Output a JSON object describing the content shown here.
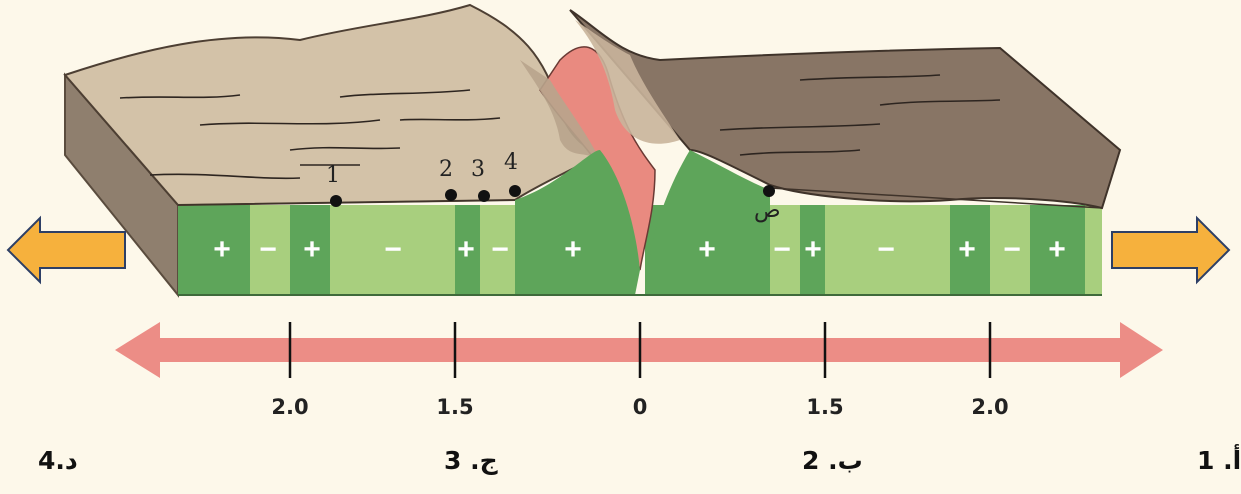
{
  "points": [
    {
      "id": "p1",
      "label": "1"
    },
    {
      "id": "p2",
      "label": "2"
    },
    {
      "id": "p3",
      "label": "3"
    },
    {
      "id": "p4",
      "label": "4"
    },
    {
      "id": "ps",
      "label": "ص"
    }
  ],
  "polarity_left": [
    "+",
    "−",
    "+",
    "−",
    "+",
    "−",
    "+"
  ],
  "polarity_right": [
    "+",
    "−",
    "+",
    "−",
    "+",
    "−",
    "+"
  ],
  "axis_ticks": [
    "2.0",
    "1.5",
    "0",
    "1.5",
    "2.0"
  ],
  "choices": [
    {
      "id": "d",
      "label": "د.4"
    },
    {
      "id": "j",
      "label": "ج. 3"
    },
    {
      "id": "b",
      "label": "ب. 2"
    },
    {
      "id": "a",
      "label": "أ. 1"
    }
  ],
  "colors": {
    "dark_green": "#5ea55a",
    "light_green": "#a8cf7e",
    "rock_light": "#d3c2a8",
    "rock_dark": "#8a7a6a",
    "magma": "#e98a80",
    "arrow_orange": "#f6b13d",
    "axis_arrow": "#ec8d86"
  }
}
